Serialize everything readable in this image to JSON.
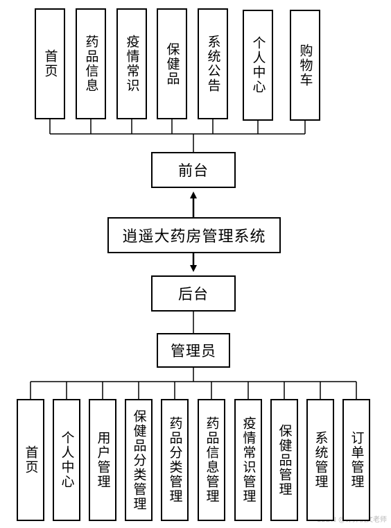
{
  "diagram": {
    "root": {
      "id": "root",
      "label": "逍遥大药房管理系统"
    },
    "frontend": {
      "node": {
        "id": "frontend",
        "label": "前台"
      },
      "modules": [
        {
          "id": "f-home",
          "label": "首页"
        },
        {
          "id": "f-drug-info",
          "label": "药品信息"
        },
        {
          "id": "f-epidemic",
          "label": "疫情常识"
        },
        {
          "id": "f-health",
          "label": "保健品"
        },
        {
          "id": "f-notice",
          "label": "系统公告"
        },
        {
          "id": "f-personal",
          "label": "个人中心"
        },
        {
          "id": "f-cart",
          "label": "购物车"
        }
      ]
    },
    "backend": {
      "node": {
        "id": "backend",
        "label": "后台"
      },
      "role": {
        "id": "admin",
        "label": "管理员"
      },
      "modules": [
        {
          "id": "b-home",
          "label": "首页"
        },
        {
          "id": "b-personal",
          "label": "个人中心"
        },
        {
          "id": "b-user",
          "label": "用户管理"
        },
        {
          "id": "b-health-cat",
          "label": "保健品分类管理"
        },
        {
          "id": "b-drug-cat",
          "label": "药品分类管理"
        },
        {
          "id": "b-drug-info",
          "label": "药品信息管理"
        },
        {
          "id": "b-epidemic",
          "label": "疫情常识管理"
        },
        {
          "id": "b-health",
          "label": "保健品管理"
        },
        {
          "id": "b-notice",
          "label": "系统管理"
        },
        {
          "id": "b-order",
          "label": "订单管理"
        }
      ]
    },
    "edges": [
      {
        "from": "root",
        "to": "frontend",
        "style": "arrow"
      },
      {
        "from": "root",
        "to": "backend",
        "style": "arrow"
      },
      {
        "from": "frontend",
        "to": "frontend-modules",
        "style": "bus"
      },
      {
        "from": "backend",
        "to": "admin",
        "style": "line"
      },
      {
        "from": "admin",
        "to": "backend-modules",
        "style": "bus"
      }
    ]
  },
  "watermark": "CSDN @计算机文老师"
}
